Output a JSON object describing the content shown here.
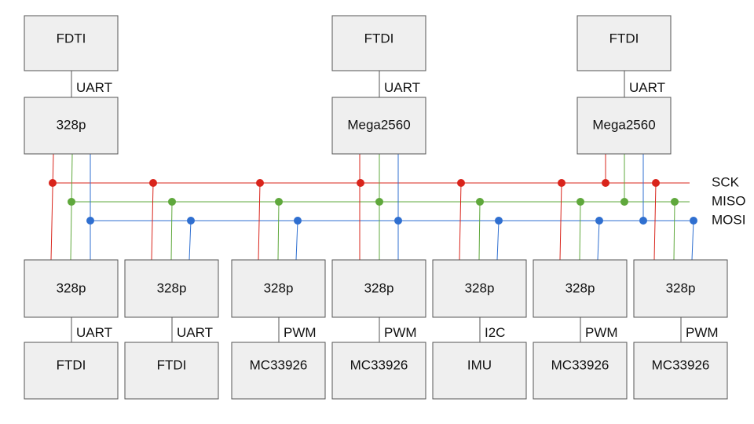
{
  "colors": {
    "SCK": "#d9241b",
    "MISO": "#5fa83c",
    "MOSI": "#2f6fd0"
  },
  "buses": [
    {
      "key": "SCK",
      "label": "SCK"
    },
    {
      "key": "MISO",
      "label": "MISO"
    },
    {
      "key": "MOSI",
      "label": "MOSI"
    }
  ],
  "top": [
    {
      "programmer": "FDTI",
      "link": "UART",
      "controller": "328p"
    },
    {
      "programmer": "FTDI",
      "link": "UART",
      "controller": "Mega2560"
    },
    {
      "programmer": "FTDI",
      "link": "UART",
      "controller": "Mega2560"
    }
  ],
  "bottom": [
    {
      "mcu": "328p",
      "link": "UART",
      "peripheral": "FTDI"
    },
    {
      "mcu": "328p",
      "link": "UART",
      "peripheral": "FTDI"
    },
    {
      "mcu": "328p",
      "link": "PWM",
      "peripheral": "MC33926"
    },
    {
      "mcu": "328p",
      "link": "PWM",
      "peripheral": "MC33926"
    },
    {
      "mcu": "328p",
      "link": "I2C",
      "peripheral": "IMU"
    },
    {
      "mcu": "328p",
      "link": "PWM",
      "peripheral": "MC33926"
    },
    {
      "mcu": "328p",
      "link": "PWM",
      "peripheral": "MC33926"
    }
  ]
}
